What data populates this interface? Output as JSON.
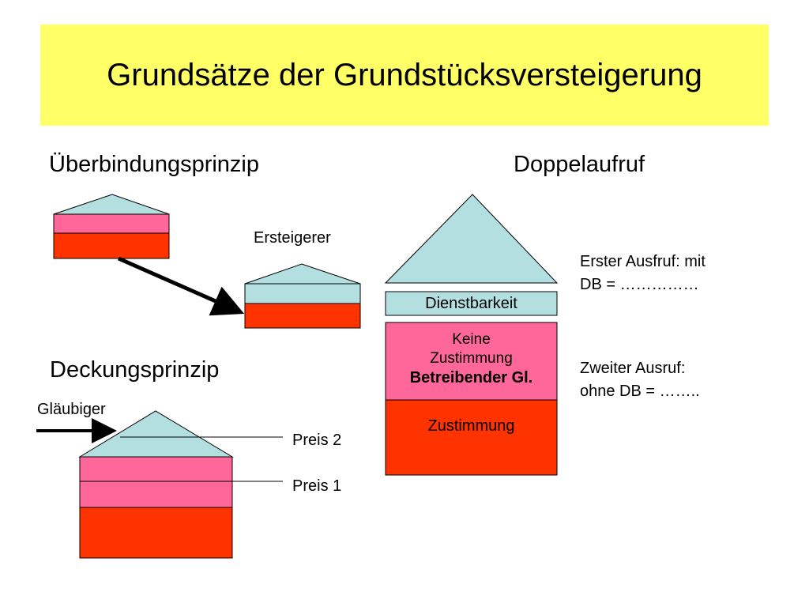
{
  "title": "Grundsätze der Grundstücksversteigerung",
  "colors": {
    "title_bg": "#ffff66",
    "roof": "#b3dfe0",
    "pink": "#ff6699",
    "red": "#ff3300",
    "outline": "#000000"
  },
  "left_top": {
    "heading": "Überbindungsprinzip",
    "buyer_label": "Ersteigerer"
  },
  "left_bottom": {
    "heading": "Deckungsprinzip",
    "creditor_label": "Gläubiger",
    "price2_label": "Preis 2",
    "price1_label": "Preis 1"
  },
  "right": {
    "heading": "Doppelaufruf",
    "servitude_label": "Dienstbarkeit",
    "no_consent_line1": "Keine",
    "no_consent_line2": "Zustimmung",
    "no_consent_line3": "Betreibender Gl.",
    "consent_label": "Zustimmung",
    "first_call_line1": "Erster Ausfruf: mit",
    "first_call_line2": "DB = ……………",
    "second_call_line1": "Zweiter Ausruf:",
    "second_call_line2": "ohne DB = …….."
  }
}
